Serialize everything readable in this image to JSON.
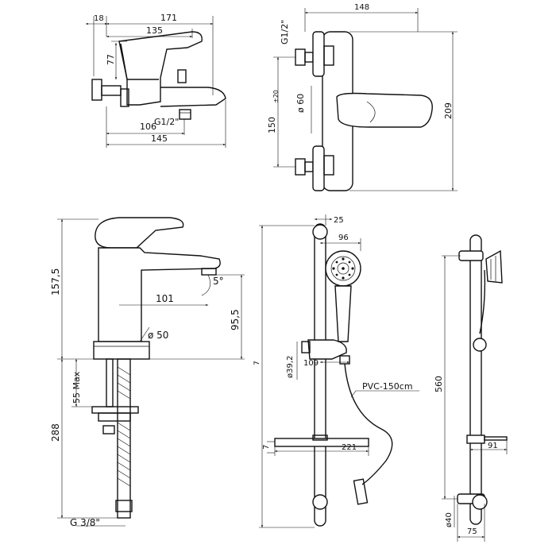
{
  "views": {
    "bath_side": {
      "dims": {
        "d18": "18",
        "d171": "171",
        "d135": "135",
        "d77": "77",
        "thread": "G1/2\"",
        "d106": "106",
        "d145": "145"
      }
    },
    "bath_front": {
      "dims": {
        "top_partial": "148",
        "thread": "G1/2\"",
        "d150": "150",
        "d150_tol": "±20",
        "d60": "ø 60",
        "d209": "209"
      }
    },
    "basin": {
      "dims": {
        "d157": "157,5",
        "d101": "101",
        "angle": "5°",
        "d95": "95,5",
        "d50": "ø 50",
        "d55": "55 Max",
        "d288": "288",
        "thread": "G 3/8\""
      }
    },
    "shower_front": {
      "dims": {
        "d25": "25",
        "d96": "96",
        "d392": "ø39,2",
        "d109": "109",
        "hose": "PVC-150cm",
        "d7": "7",
        "d221": "221",
        "partial": "7"
      }
    },
    "shower_side": {
      "dims": {
        "d560": "560",
        "d91": "91",
        "d40": "ø40",
        "d75": "75"
      }
    }
  }
}
